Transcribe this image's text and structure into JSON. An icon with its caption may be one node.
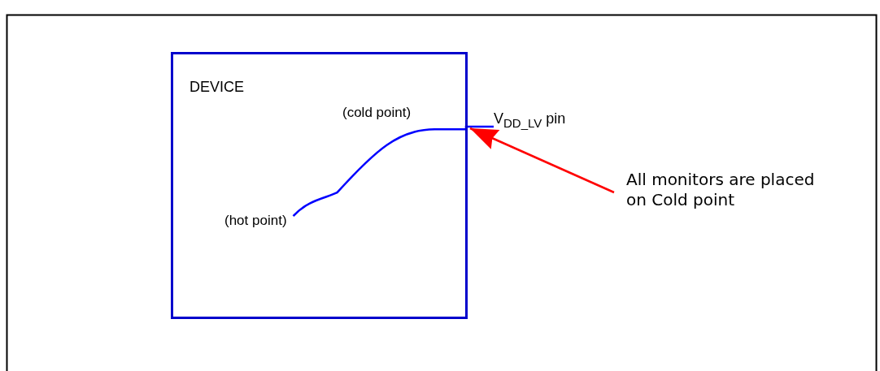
{
  "diagram": {
    "nodes": [
      {
        "text": [
          "DEVICE"
        ]
      },
      {
        "text": [
          "(hot point)"
        ],
        "in": 0
      },
      {
        "text": [
          "(cold point)"
        ],
        "in": 0
      },
      {
        "text": [
          "V$_{DD_LV}$ pin"
        ]
      },
      {
        "text": [
          "All monitors are placed on Cold point"
        ]
      }
    ],
    "edges": [
      {
        "from": 1,
        "to": 3,
        "arrow": "none"
      },
      {
        "from": 4,
        "to": 3,
        "arrow": "to",
        "color": "#ff0000"
      }
    ]
  }
}
